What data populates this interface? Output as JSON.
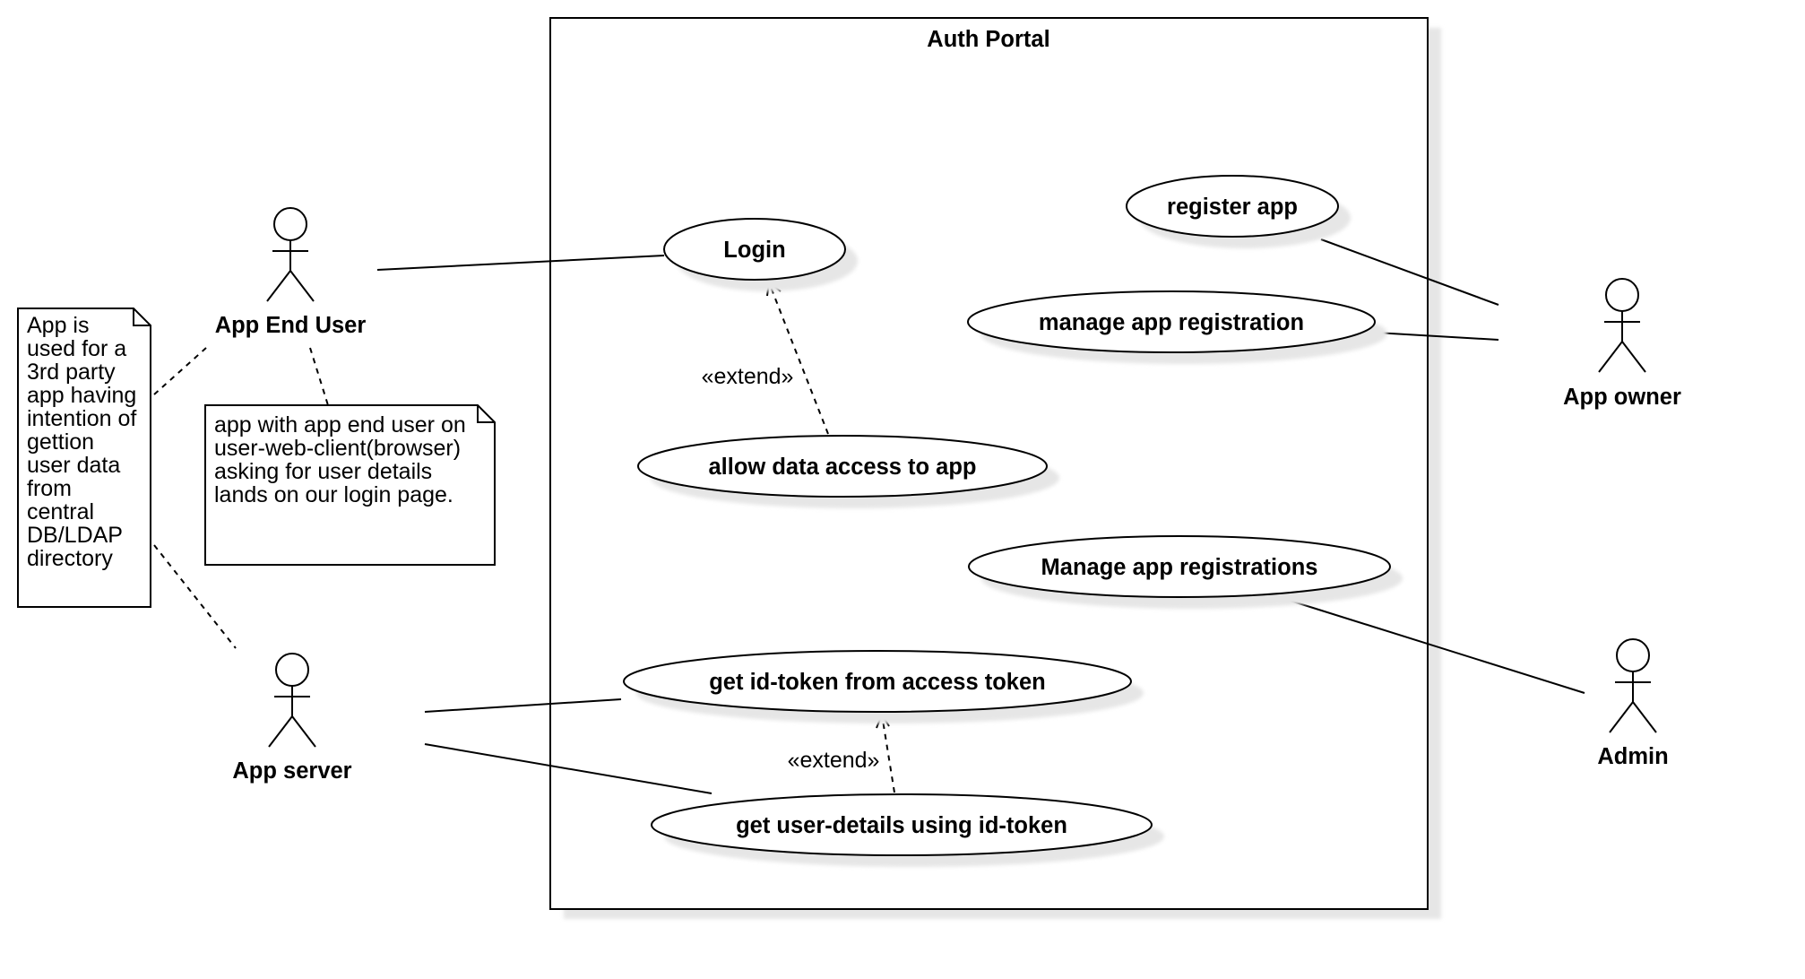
{
  "system": {
    "title": "Auth Portal"
  },
  "use_cases": {
    "login": "Login",
    "register_app": "register app",
    "manage_app_registration": "manage app registration",
    "allow_data_access": "allow data access to app",
    "manage_app_registrations": "Manage app registrations",
    "get_id_token": "get id-token from access token",
    "get_user_details": "get user-details using id-token"
  },
  "actors": {
    "app_end_user": "App End User",
    "app_server": "App server",
    "app_owner": "App owner",
    "admin": "Admin"
  },
  "relations": {
    "extend_login": "«extend»",
    "extend_id_token": "«extend»"
  },
  "notes": {
    "third_party_app": [
      "App is",
      "used for a",
      "3rd party",
      "app having",
      "intention of",
      "gettion",
      "user data",
      "from",
      "central",
      "DB/LDAP",
      "directory"
    ],
    "login_page": [
      "app with app end user on",
      "user-web-client(browser)",
      "asking for user details",
      "lands on our login page."
    ]
  },
  "colors": {
    "line": "#000000",
    "shadow": "#e6e6e6",
    "background": "#ffffff"
  }
}
